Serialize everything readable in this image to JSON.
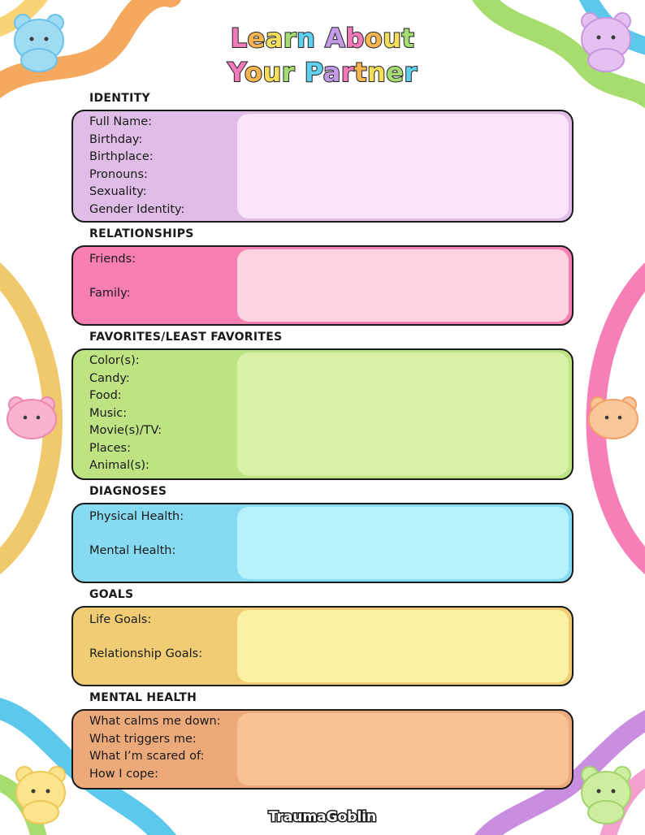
{
  "title": {
    "line1": "Learn About",
    "line2": "Your Partner"
  },
  "title_colors": [
    "#f27ab8",
    "#f7b552",
    "#f5de5c",
    "#a5dc73",
    "#5fd0f0",
    "#c39ae8"
  ],
  "sections": [
    {
      "id": "identity",
      "heading": "IDENTITY",
      "label_bg": "#e0bde6",
      "fill_bg": "#f9e4fb",
      "fields": [
        "Full Name:",
        "Birthday:",
        "Birthplace:",
        "Pronouns:",
        "Sexuality:",
        "Gender Identity:"
      ]
    },
    {
      "id": "relationships",
      "heading": "RELATIONSHIPS",
      "label_bg": "#f77fb2",
      "fill_bg": "#fdd3e1",
      "fields": [
        "Friends:",
        "Family:"
      ]
    },
    {
      "id": "favorites",
      "heading": "FAVORITES/LEAST FAVORITES",
      "label_bg": "#bde383",
      "fill_bg": "#d9f0a8",
      "fields": [
        "Color(s):",
        "Candy:",
        "Food:",
        "Music:",
        "Movie(s)/TV:",
        "Places:",
        "Animal(s):"
      ]
    },
    {
      "id": "diagnoses",
      "heading": "DIAGNOSES",
      "label_bg": "#86daf1",
      "fill_bg": "#b7f1fc",
      "fields": [
        "Physical Health:",
        "Mental Health:"
      ]
    },
    {
      "id": "goals",
      "heading": "GOALS",
      "label_bg": "#f0cd74",
      "fill_bg": "#fbf1a3",
      "fields": [
        "Life Goals:",
        "Relationship Goals:"
      ]
    },
    {
      "id": "mental-health",
      "heading": "MENTAL HEALTH",
      "label_bg": "#eca97a",
      "fill_bg": "#f8c295",
      "fields": [
        "What calms me down:",
        "What triggers me:",
        "What I’m scared of:",
        "How I cope:"
      ]
    }
  ],
  "footer": "TraumaGoblin",
  "decor": {
    "gummy_bears": [
      "light-blue",
      "lavender",
      "pink",
      "orange",
      "yellow",
      "lime-green"
    ],
    "ribbon_colors": [
      "#f4a95f",
      "#f8d477",
      "#a7dd6f",
      "#5cc8ec",
      "#f59fcf",
      "#f77fb8",
      "#f0c96c",
      "#c98ee0"
    ]
  }
}
